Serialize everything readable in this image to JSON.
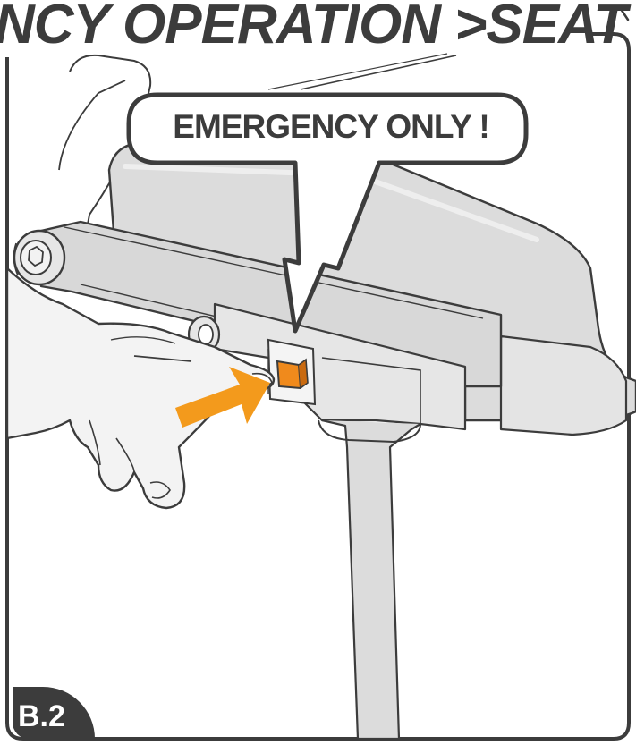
{
  "header": {
    "title": "NCY OPERATION >SEAT"
  },
  "callout": {
    "text": "EMERGENCY ONLY !"
  },
  "step": {
    "label": "B.2"
  },
  "colors": {
    "frame": "#3c3c3c",
    "part_fill": "#dcdcdc",
    "part_light": "#eeeeee",
    "hand_fill": "#f3f3f3",
    "button": "#f08a1c",
    "arrow": "#f39a1c"
  },
  "icons": {
    "pointer_arrow": "arrow-right-icon",
    "hand": "hand-icon",
    "button": "emergency-button-icon"
  }
}
